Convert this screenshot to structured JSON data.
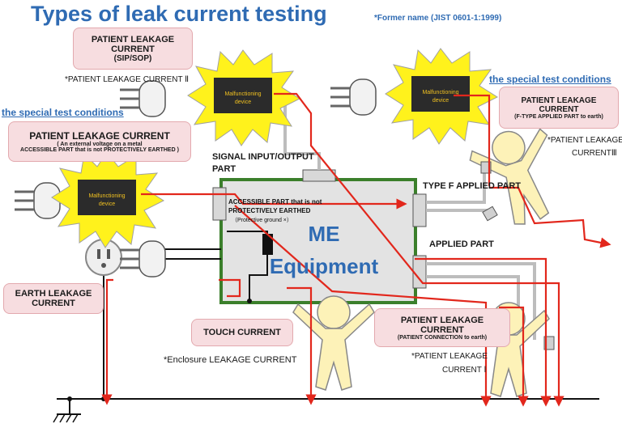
{
  "title": "Types of leak current testing",
  "former_name": "*Former name (JIST 0601-1:1999)",
  "special_conditions_top": "the special test conditions",
  "special_conditions_left": "the special test conditions",
  "box_sip": {
    "line1": "PATIENT LEAKAGE",
    "line2": "CURRENT",
    "line3": "(SIP/SOP)"
  },
  "note_sip": "*PATIENT LEAKAGE CURRENT Ⅱ",
  "box_metal": {
    "line1": "PATIENT LEAKAGE CURRENT",
    "line2": "( An external voltage on a metal",
    "line3": "ACCESSIBLE PART that is not PROTECTIVELY EARTHED )"
  },
  "box_ftype": {
    "line1": "PATIENT LEAKAGE",
    "line2": "CURRENT",
    "line3": "(F-TYPE APPLIED PART to earth)"
  },
  "note_ftype": {
    "line1": "*PATIENT LEAKAGE",
    "line2": "CURRENTⅢ"
  },
  "signal_io": {
    "line1": "SIGNAL INPUT/OUTPUT",
    "line2": "PART"
  },
  "accessible": {
    "line1": "ACCESSIBLE PART that is not",
    "line2": "PROTECTIVELY EARTHED",
    "line3": "（Protective ground ×）"
  },
  "type_f": "TYPE F APPLIED PART",
  "applied_part": "APPLIED PART",
  "me": {
    "line1": "ME",
    "line2": "Equipment"
  },
  "earth_box": {
    "line1": "EARTH LEAKAGE",
    "line2": "CURRENT"
  },
  "touch_box": "TOUCH CURRENT",
  "enclosure_note": "*Enclosure LEAKAGE CURRENT",
  "box_patient": {
    "line1": "PATIENT LEAKAGE",
    "line2": "CURRENT",
    "line3": "(PATIENT CONNECTION to earth)"
  },
  "note_patient": {
    "line1": "*PATIENT LEAKAGE",
    "line2": "CURRENT Ⅰ"
  },
  "malfunction": {
    "line1": "Malfunctioning",
    "line2": "device"
  },
  "colors": {
    "title_blue": "#2f6bb3",
    "current_red": "#e2271c",
    "enclosure_green": "#3b7f2b",
    "box_pink": "#f7dde0",
    "flash_yellow": "#fff21c",
    "figure_yellow": "#fdf2b8"
  }
}
